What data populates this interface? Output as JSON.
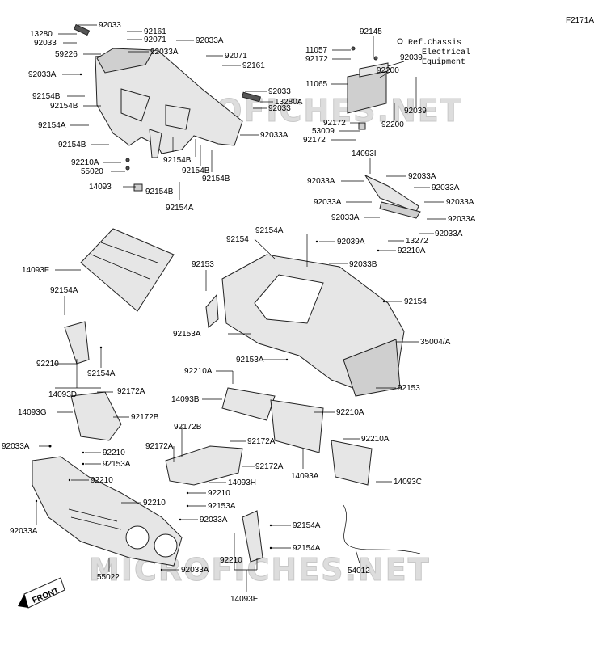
{
  "diagram_code": "F2171A",
  "watermark": "MICROFICHES.NET",
  "ref_note": [
    "Ref.Chassis",
    "Electrical",
    "Equipment"
  ],
  "front_label": "FRONT",
  "labels": {
    "l1": "92033",
    "l2": "13280",
    "l3": "92161",
    "l4": "92033",
    "l5": "92071",
    "l6": "92033A",
    "l7": "59226",
    "l8": "92033A",
    "l9": "92071",
    "l10": "92161",
    "l11": "92033A",
    "l12": "92154B",
    "l13": "92154B",
    "l14": "92033",
    "l15": "13280A",
    "l16": "92033",
    "l17": "92154A",
    "l18": "92033A",
    "l19": "92154B",
    "l20": "92210A",
    "l21": "92154B",
    "l22": "55020",
    "l23": "92154B",
    "l24": "92154B",
    "l25": "14093",
    "l26": "92154B",
    "l27": "92154A",
    "l28": "92145",
    "l29": "11057",
    "l30": "92172",
    "l31": "92039",
    "l32": "92200",
    "l33": "11065",
    "l34": "92039",
    "l35": "92172",
    "l36": "92200",
    "l37": "53009",
    "l38": "92172",
    "l39": "14093I",
    "l40": "92033A",
    "l41": "92033A",
    "l42": "92033A",
    "l43": "92033A",
    "l44": "92033A",
    "l45": "92033A",
    "l46": "92033A",
    "l47": "92033A",
    "l48": "92154A",
    "l49": "92154",
    "l50": "92039A",
    "l51": "13272",
    "l52": "92210A",
    "l53": "14093F",
    "l54": "92153",
    "l55": "92033B",
    "l56": "92154A",
    "l57": "92154",
    "l58": "92153A",
    "l59": "35004/A",
    "l60": "92210",
    "l61": "92154A",
    "l62": "92153A",
    "l63": "92153",
    "l64": "14093D",
    "l65": "92172A",
    "l66": "92210A",
    "l67": "14093G",
    "l68": "92172B",
    "l69": "14093B",
    "l70": "92210A",
    "l71": "92033A",
    "l72": "92210",
    "l73": "92153A",
    "l74": "92172B",
    "l75": "92172A",
    "l76": "92172A",
    "l77": "92210A",
    "l78": "92210",
    "l79": "92172A",
    "l80": "14093A",
    "l81": "14093H",
    "l82": "14093C",
    "l83": "92210",
    "l84": "92210",
    "l85": "92153A",
    "l86": "92033A",
    "l87": "92033A",
    "l88": "92154A",
    "l89": "92154A",
    "l90": "92210",
    "l91": "54012",
    "l92": "55022",
    "l93": "92033A",
    "l94": "14093E"
  }
}
